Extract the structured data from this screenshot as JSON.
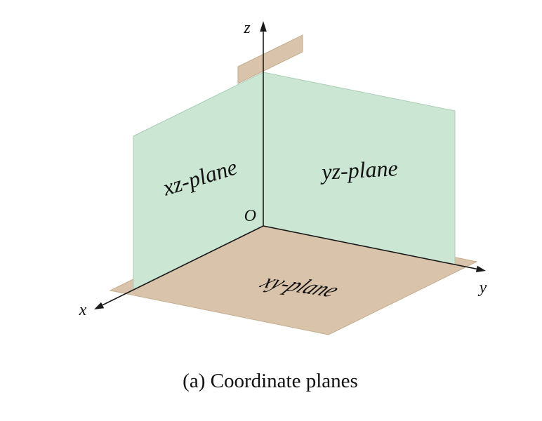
{
  "figure": {
    "labels": {
      "z_axis": "z",
      "origin": "O",
      "x_axis": "x",
      "y_axis": "y",
      "xz_plane": "xz-plane",
      "yz_plane": "yz-plane",
      "xy_plane": "xy-plane"
    },
    "caption": "(a) Coordinate planes",
    "colors": {
      "wall_green": "#cbe7d4",
      "floor_tan": "#d9c4ab",
      "axis_black": "#1a1a1a",
      "background": "#ffffff"
    }
  }
}
